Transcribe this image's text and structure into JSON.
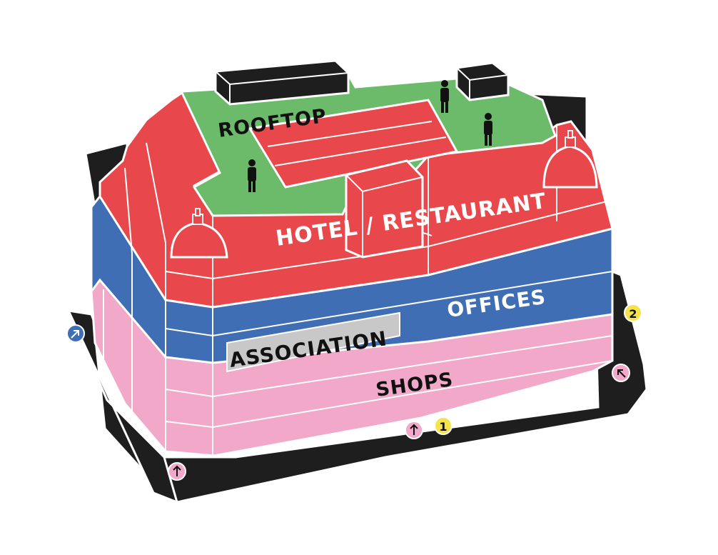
{
  "floors": {
    "rooftop": {
      "label": "ROOFTOP",
      "color": "#6cbb6a"
    },
    "hotel_restaurant": {
      "label": "HOTEL / RESTAURANT",
      "color": "#e8484b"
    },
    "offices": {
      "label": "OFFICES",
      "color": "#3f6eb4"
    },
    "association": {
      "label": "ASSOCIATION",
      "color": "#c8c8c8"
    },
    "shops": {
      "label": "SHOPS",
      "color": "#f1a8c9"
    }
  },
  "ground_color": "#1e1e1e",
  "markers": {
    "entrance_1": {
      "label": "1",
      "color": "#f4e34a"
    },
    "entrance_2": {
      "label": "2",
      "color": "#f4e34a"
    },
    "arrow_pink": {
      "color": "#f1a8c9"
    },
    "arrow_blue": {
      "color": "#3f6eb4"
    }
  }
}
